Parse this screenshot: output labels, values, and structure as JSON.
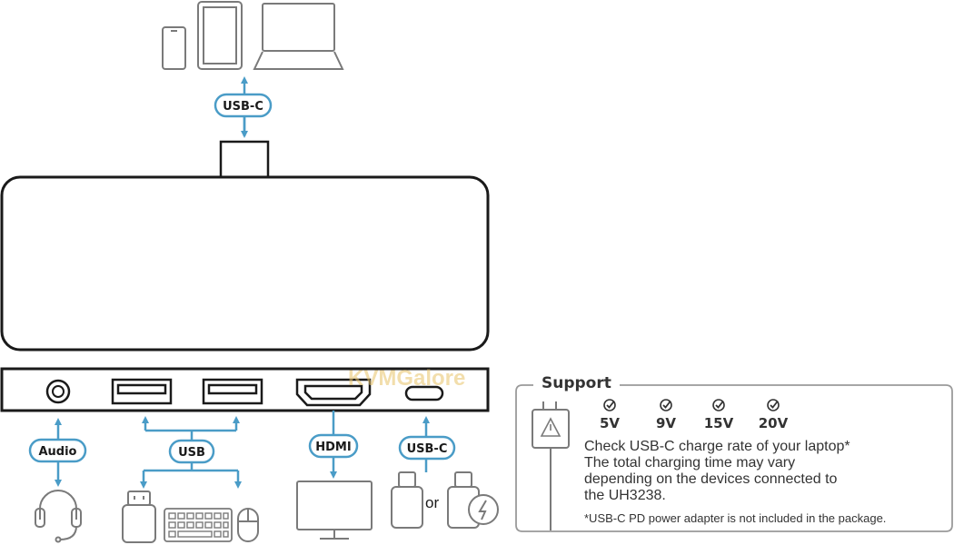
{
  "top_devices": {
    "label": "USB-C"
  },
  "ports": {
    "audio_label": "Audio",
    "usb_label": "USB",
    "hdmi_label": "HDMI",
    "usbc_label": "USB-C",
    "or_text": "or"
  },
  "watermark": "KVMGalore",
  "support": {
    "title": "Support",
    "voltages": [
      "5V",
      "9V",
      "15V",
      "20V"
    ],
    "lines": [
      "Check USB-C charge rate of your laptop*",
      "The total charging time may vary",
      "depending on the devices connected to",
      "the UH3238."
    ],
    "note": "*USB-C PD power adapter is not included in the package."
  },
  "colors": {
    "line": "#1a1a1a",
    "accent": "#4a9cc7",
    "icon_gray": "#7a7a7a",
    "box_border": "#9a9a9a"
  }
}
